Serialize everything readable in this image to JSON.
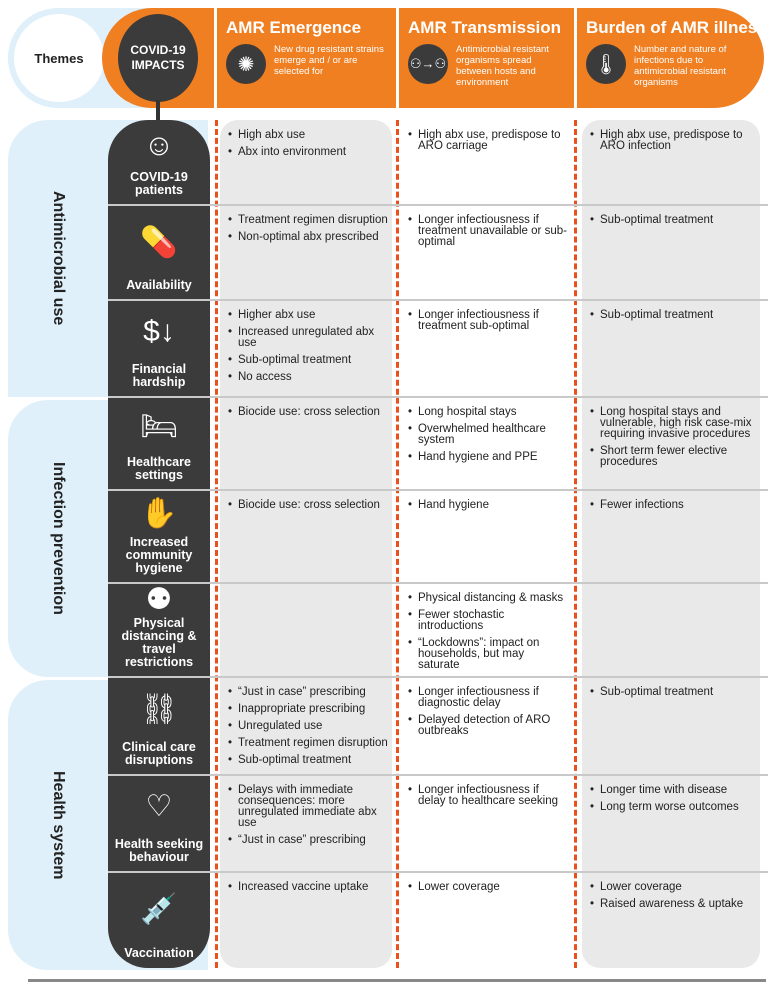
{
  "header": {
    "themes_label": "Themes",
    "impacts_label": "COVID-19 IMPACTS",
    "columns": [
      {
        "title": "AMR Emergence",
        "description": "New drug resistant strains emerge and / or are selected for",
        "icon": "shield-virus-icon"
      },
      {
        "title": "AMR Transmission",
        "description": "Antimicrobial resistant organisms spread between hosts and environment",
        "icon": "person-transfer-icon"
      },
      {
        "title": "Burden of AMR illness",
        "description": "Number and nature of infections due to antimicrobial resistant organisms",
        "icon": "thermometer-icon"
      }
    ]
  },
  "themes": [
    "Antimicrobial use",
    "Infection prevention",
    "Health system"
  ],
  "rows": [
    {
      "impact": "COVID-19 patients",
      "icon": "coughing-person-icon",
      "emergence": [
        "High abx use",
        "Abx into environment"
      ],
      "transmission": [
        "High abx use, predispose to ARO carriage"
      ],
      "burden": [
        "High abx use, predispose to ARO infection"
      ]
    },
    {
      "impact": "Availability",
      "icon": "medicine-bottle-icon",
      "emergence": [
        "Treatment regimen disruption",
        "Non-optimal abx prescribed"
      ],
      "transmission": [
        "Longer infectiousness if treatment unavailable or sub-optimal"
      ],
      "burden": [
        "Sub-optimal treatment"
      ]
    },
    {
      "impact": "Financial hardship",
      "icon": "dollar-down-icon",
      "emergence": [
        "Higher abx use",
        "Increased unregulated abx use",
        "Sub-optimal treatment",
        "No access"
      ],
      "transmission": [
        "Longer infectiousness if treatment sub-optimal"
      ],
      "burden": [
        "Sub-optimal treatment"
      ]
    },
    {
      "impact": "Healthcare settings",
      "icon": "hospital-bed-icon",
      "emergence": [
        "Biocide use: cross selection"
      ],
      "transmission": [
        "Long hospital stays",
        "Overwhelmed healthcare system",
        "Hand hygiene and PPE"
      ],
      "burden": [
        "Long hospital stays and vulnerable, high risk case-mix requiring invasive procedures",
        "Short term fewer elective procedures"
      ]
    },
    {
      "impact": "Increased community hygiene",
      "icon": "hand-washing-icon",
      "emergence": [
        "Biocide use: cross selection"
      ],
      "transmission": [
        "Hand hygiene"
      ],
      "burden": [
        "Fewer infections"
      ]
    },
    {
      "impact": "Physical distancing & travel restrictions",
      "icon": "distancing-icon",
      "emergence": [],
      "transmission": [
        "Physical distancing & masks",
        "Fewer stochastic introductions",
        "“Lockdowns”: impact on households, but may saturate"
      ],
      "burden": []
    },
    {
      "impact": "Clinical care disruptions",
      "icon": "broken-link-icon",
      "emergence": [
        "“Just in case” prescribing",
        "Inappropriate prescribing",
        "Unregulated use",
        "Treatment regimen disruption",
        "Sub-optimal treatment"
      ],
      "transmission": [
        "Longer infectiousness if diagnostic delay",
        "Delayed detection of ARO outbreaks"
      ],
      "burden": [
        "Sub-optimal treatment"
      ]
    },
    {
      "impact": "Health seeking behaviour",
      "icon": "heartbeat-icon",
      "emergence": [
        "Delays with immediate consequences: more unregulated immediate abx use",
        "“Just in case” prescribing"
      ],
      "transmission": [
        "Longer infectiousness if delay to healthcare seeking"
      ],
      "burden": [
        "Longer time with disease",
        "Long term worse outcomes"
      ]
    },
    {
      "impact": "Vaccination",
      "icon": "syringe-icon",
      "emergence": [
        "Increased vaccine uptake"
      ],
      "transmission": [
        "Lower coverage"
      ],
      "burden": [
        "Lower coverage",
        "Raised awareness & uptake"
      ]
    }
  ]
}
